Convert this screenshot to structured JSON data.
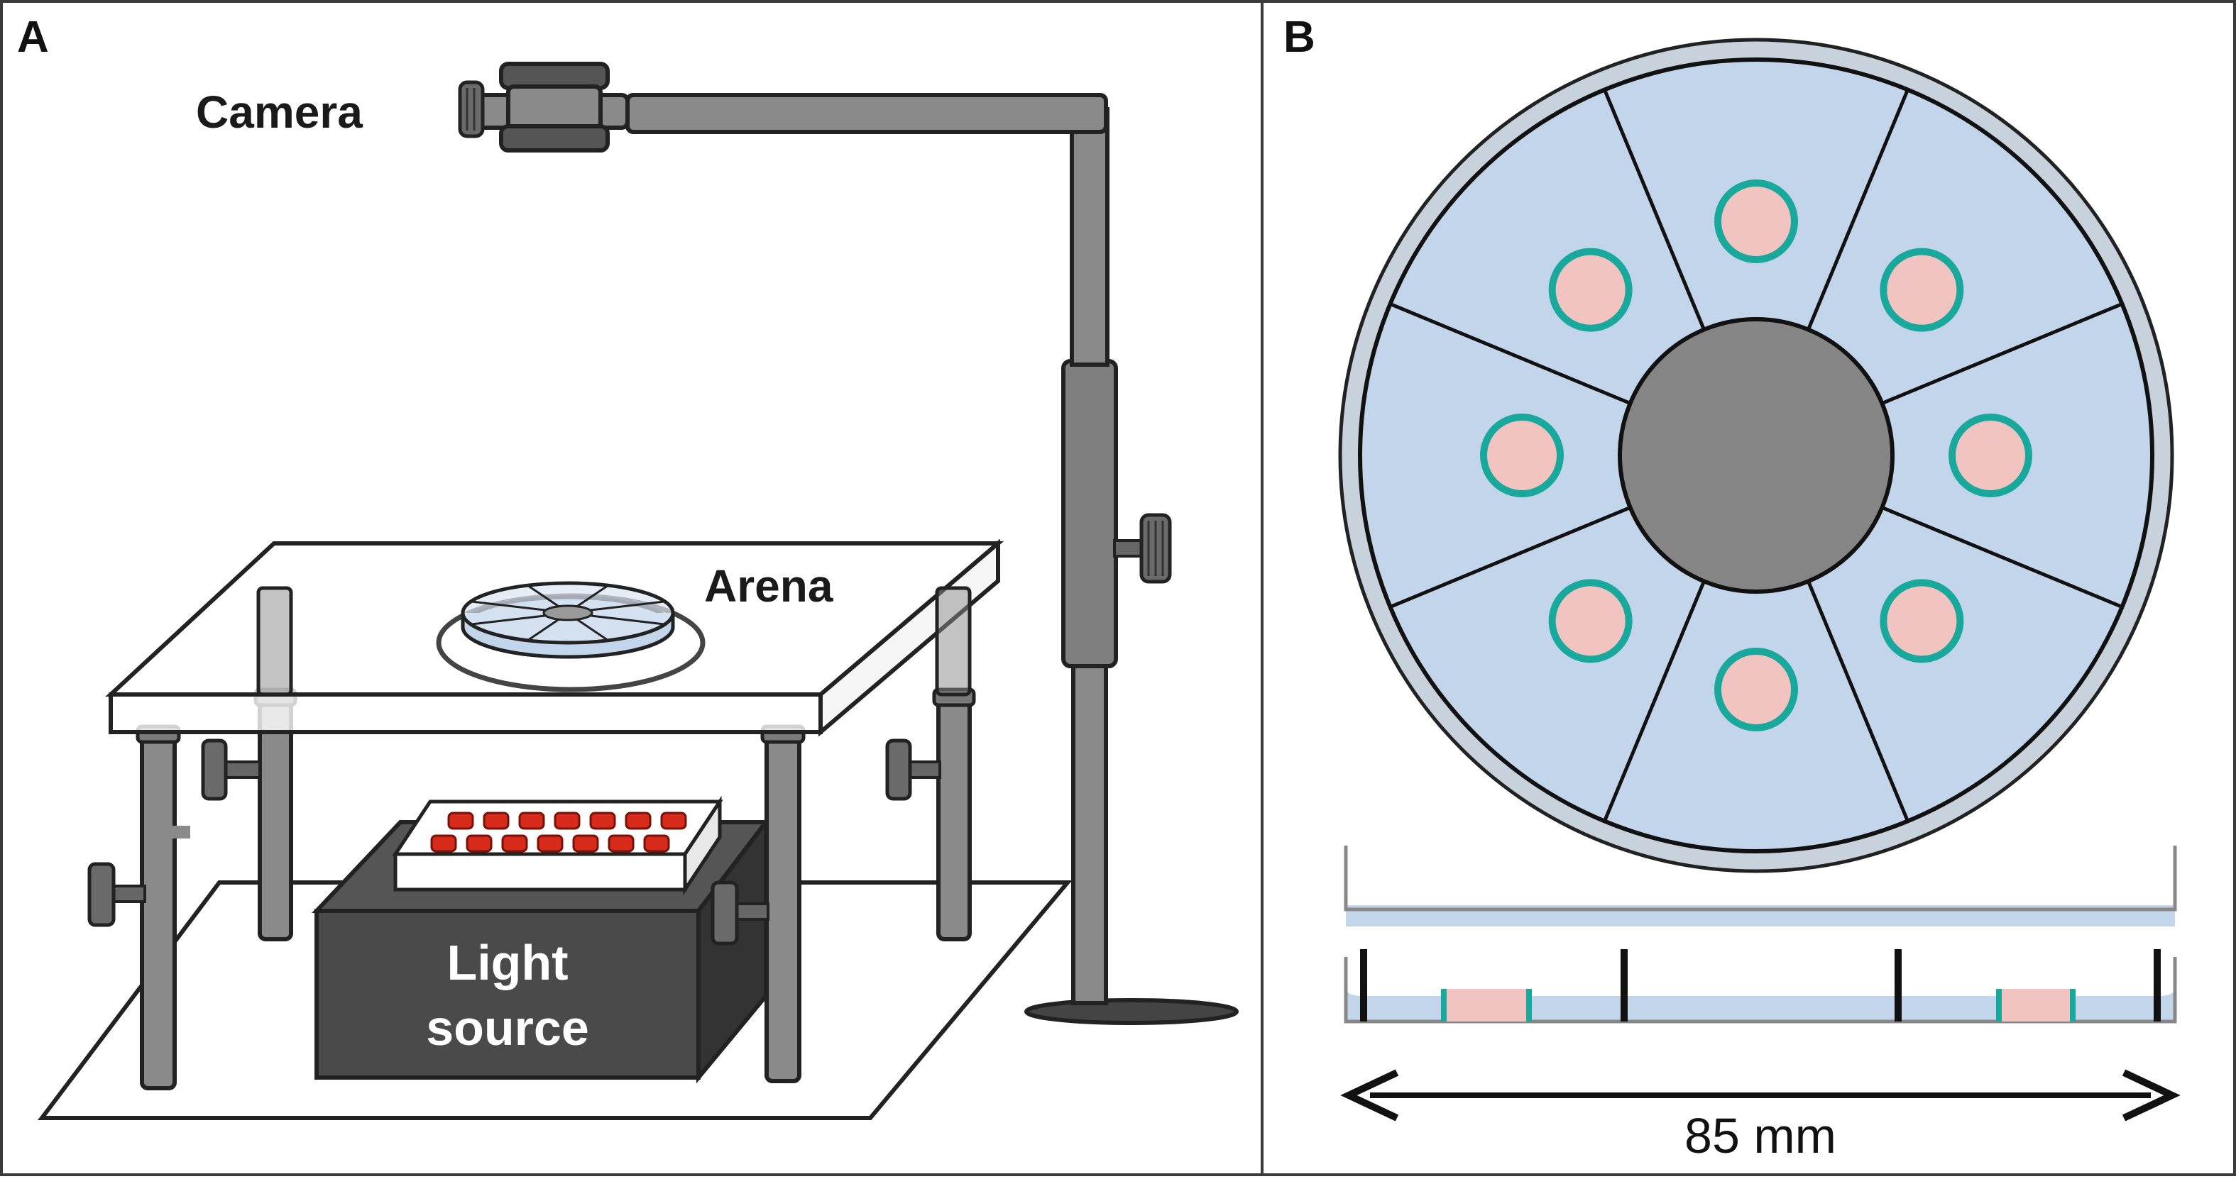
{
  "panel_a": {
    "letter": "A",
    "labels": {
      "camera": "Camera",
      "arena": "Arena",
      "light_source_line1": "Light",
      "light_source_line2": "source"
    }
  },
  "panel_b": {
    "letter": "B",
    "segments": 8,
    "dimension_label": "85 mm"
  },
  "colors": {
    "frame": "#3a3a3a",
    "stand_gray": "#888888",
    "dark_box": "#444444",
    "arena_blue": "#c2d5ea",
    "rim_gray": "#b5bfca",
    "center_gray": "#858585",
    "spot_fill": "#f1c4c2",
    "spot_ring": "#19a99c",
    "well_red": "#d62a1a"
  }
}
